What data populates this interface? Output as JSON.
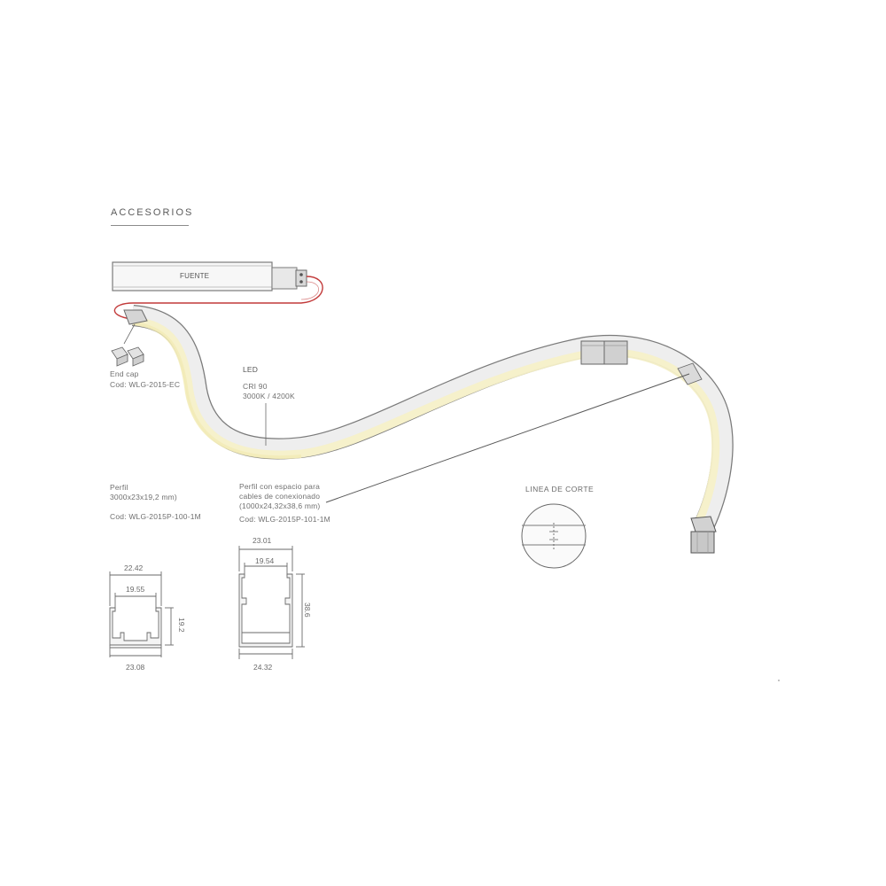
{
  "section": {
    "title": "ACCESORIOS"
  },
  "driver": {
    "label": "FUENTE"
  },
  "end_cap": {
    "name": "End cap",
    "code": "Cod: WLG-2015-EC"
  },
  "led": {
    "title": "LED",
    "cri": "CRI 90",
    "cct": "3000K / 4200K"
  },
  "profile_1": {
    "title": "Perfil",
    "size": "3000x23x19,2 mm)",
    "code": "Cod: WLG-2015P-100-1M",
    "dims": {
      "top": "22.42",
      "inner": "19.55",
      "height": "19.2",
      "bottom": "23.08"
    }
  },
  "profile_2": {
    "title": "Perfil con espacio para",
    "line2": "cables de conexionado",
    "size": "(1000x24,32x38,6 mm)",
    "code": "Cod: WLG-2015P-101-1M",
    "dims": {
      "top": "23.01",
      "inner": "19.54",
      "height": "38.6",
      "bottom": "24.32"
    }
  },
  "cut_line": {
    "label": "LINEA DE CORTE"
  },
  "colors": {
    "line": "#777777",
    "led_glow": "#f6f0c8",
    "wire": "#c23a3a",
    "strip": "#eeeeee"
  }
}
